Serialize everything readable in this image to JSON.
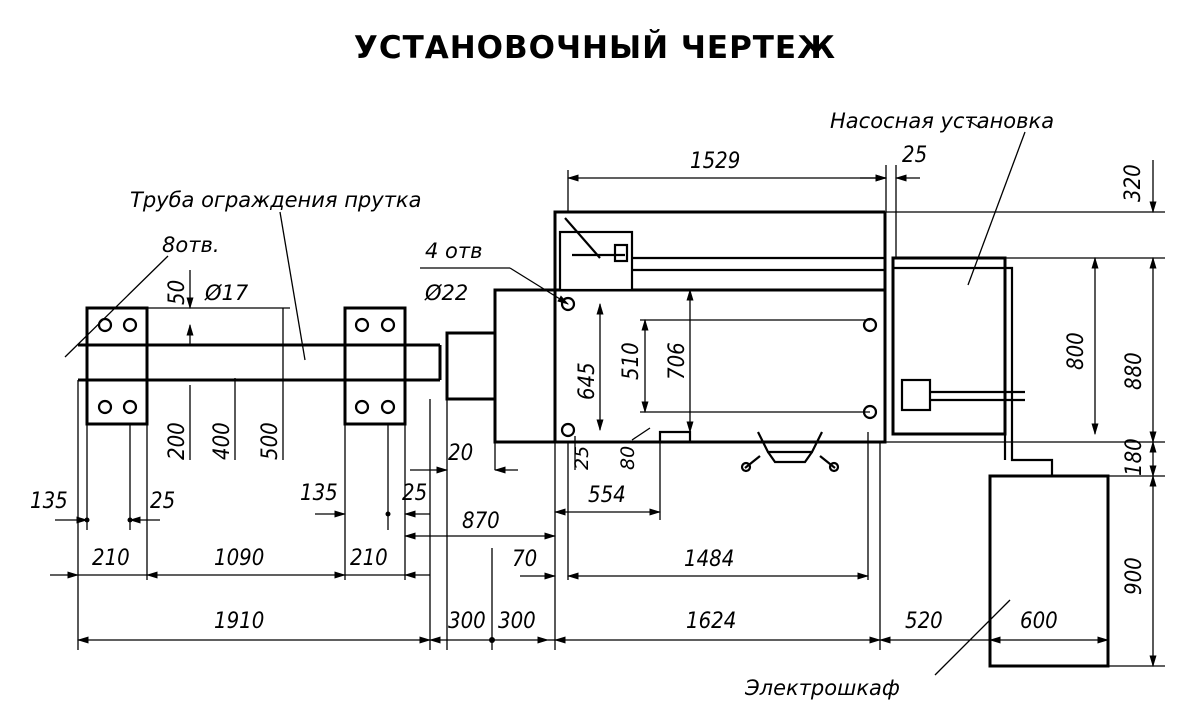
{
  "title": "УСТАНОВОЧНЫЙ ЧЕРТЕЖ",
  "labels": {
    "pump_unit": "Насосная установка",
    "bar_guard_tube": "Труба ограждения прутка",
    "holes_8": "8отв.",
    "dia_17": "Ø17",
    "holes_4": "4 отв",
    "dia_22": "Ø22",
    "electrical_cabinet": "Электрошкаф"
  },
  "dimensions": {
    "d1529": "1529",
    "d25_top": "25",
    "d320": "320",
    "d50": "50",
    "d800": "800",
    "d880": "880",
    "d645": "645",
    "d510": "510",
    "d706": "706",
    "d200": "200",
    "d400": "400",
    "d500": "500",
    "d20": "20",
    "d25_mid": "25",
    "d80": "80",
    "d180": "180",
    "d135_left": "135",
    "d25_left": "25",
    "d135_mid": "135",
    "d25_midleft": "25",
    "d870": "870",
    "d554": "554",
    "d210_left": "210",
    "d1090": "1090",
    "d210_mid": "210",
    "d70": "70",
    "d1484": "1484",
    "d900": "900",
    "d1910": "1910",
    "d300_a": "300",
    "d300_b": "300",
    "d1624": "1624",
    "d520": "520",
    "d600": "600"
  }
}
